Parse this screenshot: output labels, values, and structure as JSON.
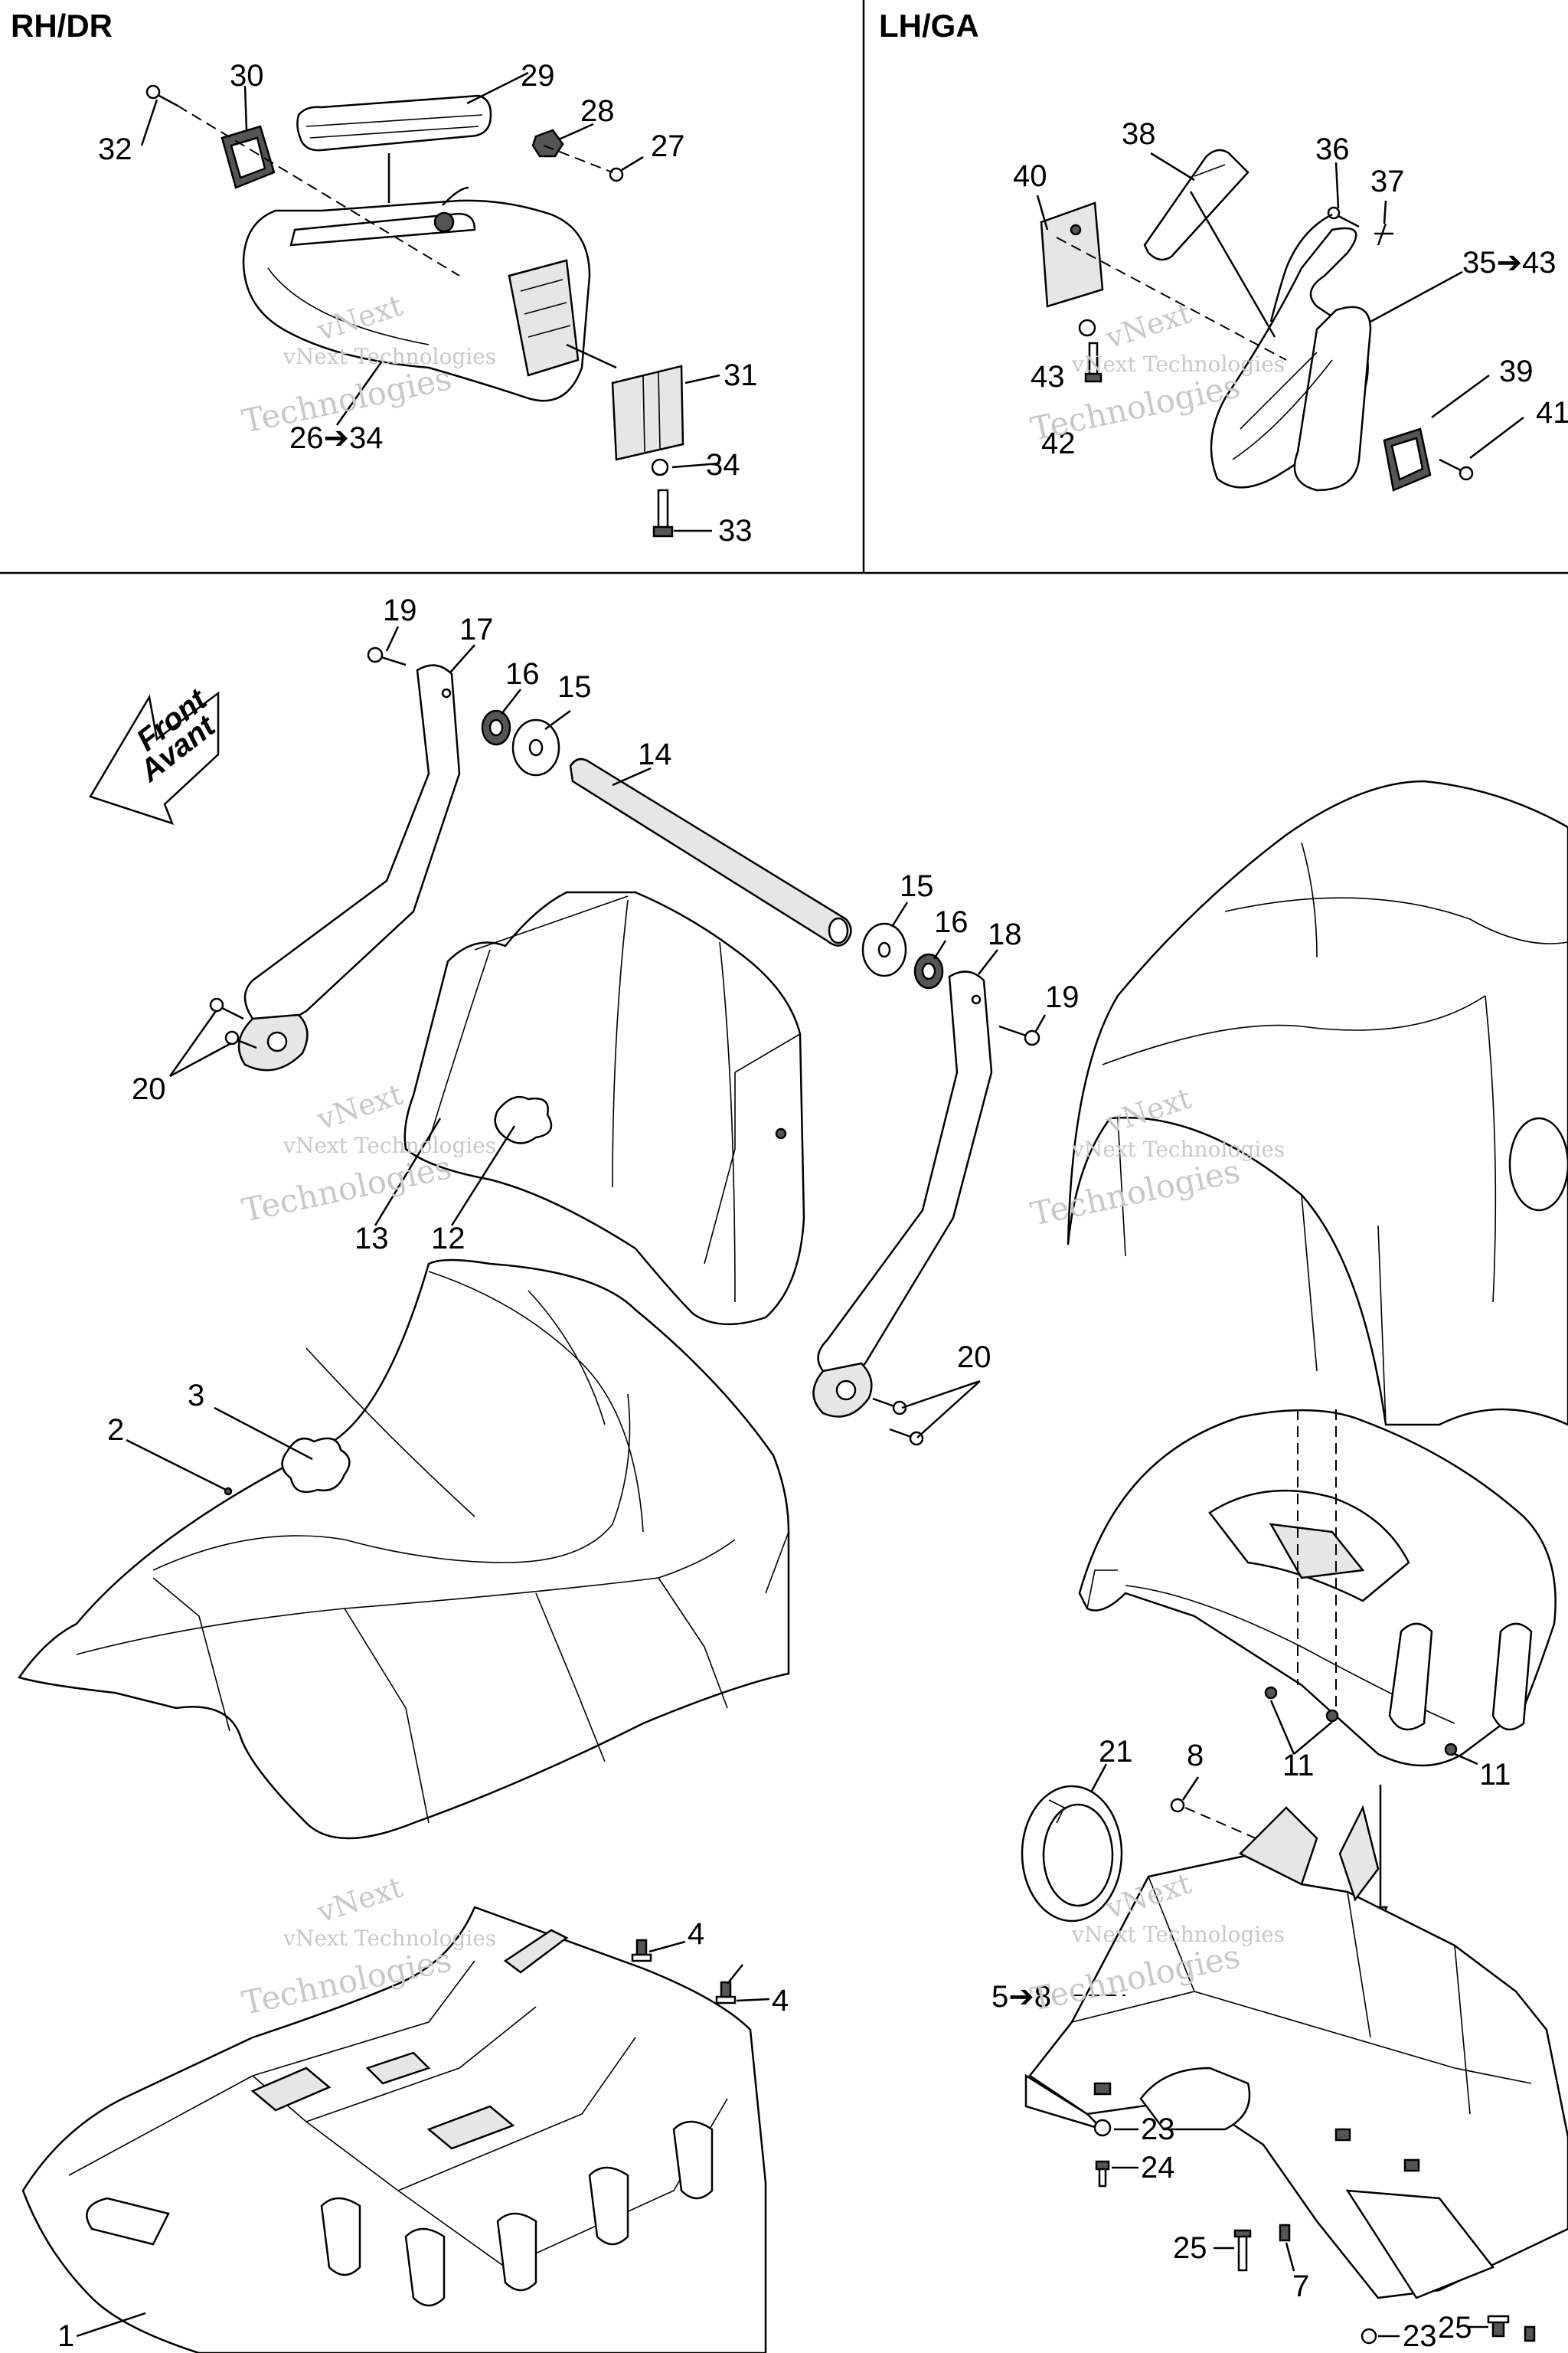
{
  "headings": {
    "right": "RH/DR",
    "left": "LH/GA"
  },
  "front_arrow": {
    "line1": "Front",
    "line2": "Avant"
  },
  "watermark": {
    "line1": "vNext Technologies",
    "line2": "vNext",
    "line3": "Technologies"
  },
  "callouts": {
    "c1": "1",
    "c2": "2",
    "c3": "3",
    "c4a": "4",
    "c4b": "4",
    "c5": "5➔8",
    "c7": "7",
    "c8": "8",
    "c11a": "11",
    "c11b": "11",
    "c12": "12",
    "c13": "13",
    "c14": "14",
    "c15a": "15",
    "c15b": "15",
    "c16a": "16",
    "c16b": "16",
    "c17": "17",
    "c18": "18",
    "c19a": "19",
    "c19b": "19",
    "c20a": "20",
    "c20b": "20",
    "c21": "21",
    "c23a": "23",
    "c23b": "23",
    "c24": "24",
    "c25a": "25",
    "c25b": "25",
    "c26": "26➔34",
    "c27": "27",
    "c28": "28",
    "c29": "29",
    "c30": "30",
    "c31": "31",
    "c32": "32",
    "c33": "33",
    "c34": "34",
    "c35": "35➔43",
    "c36": "36",
    "c37": "37",
    "c38": "38",
    "c39": "39",
    "c40": "40",
    "c41": "41",
    "c42": "42",
    "c43": "43"
  }
}
